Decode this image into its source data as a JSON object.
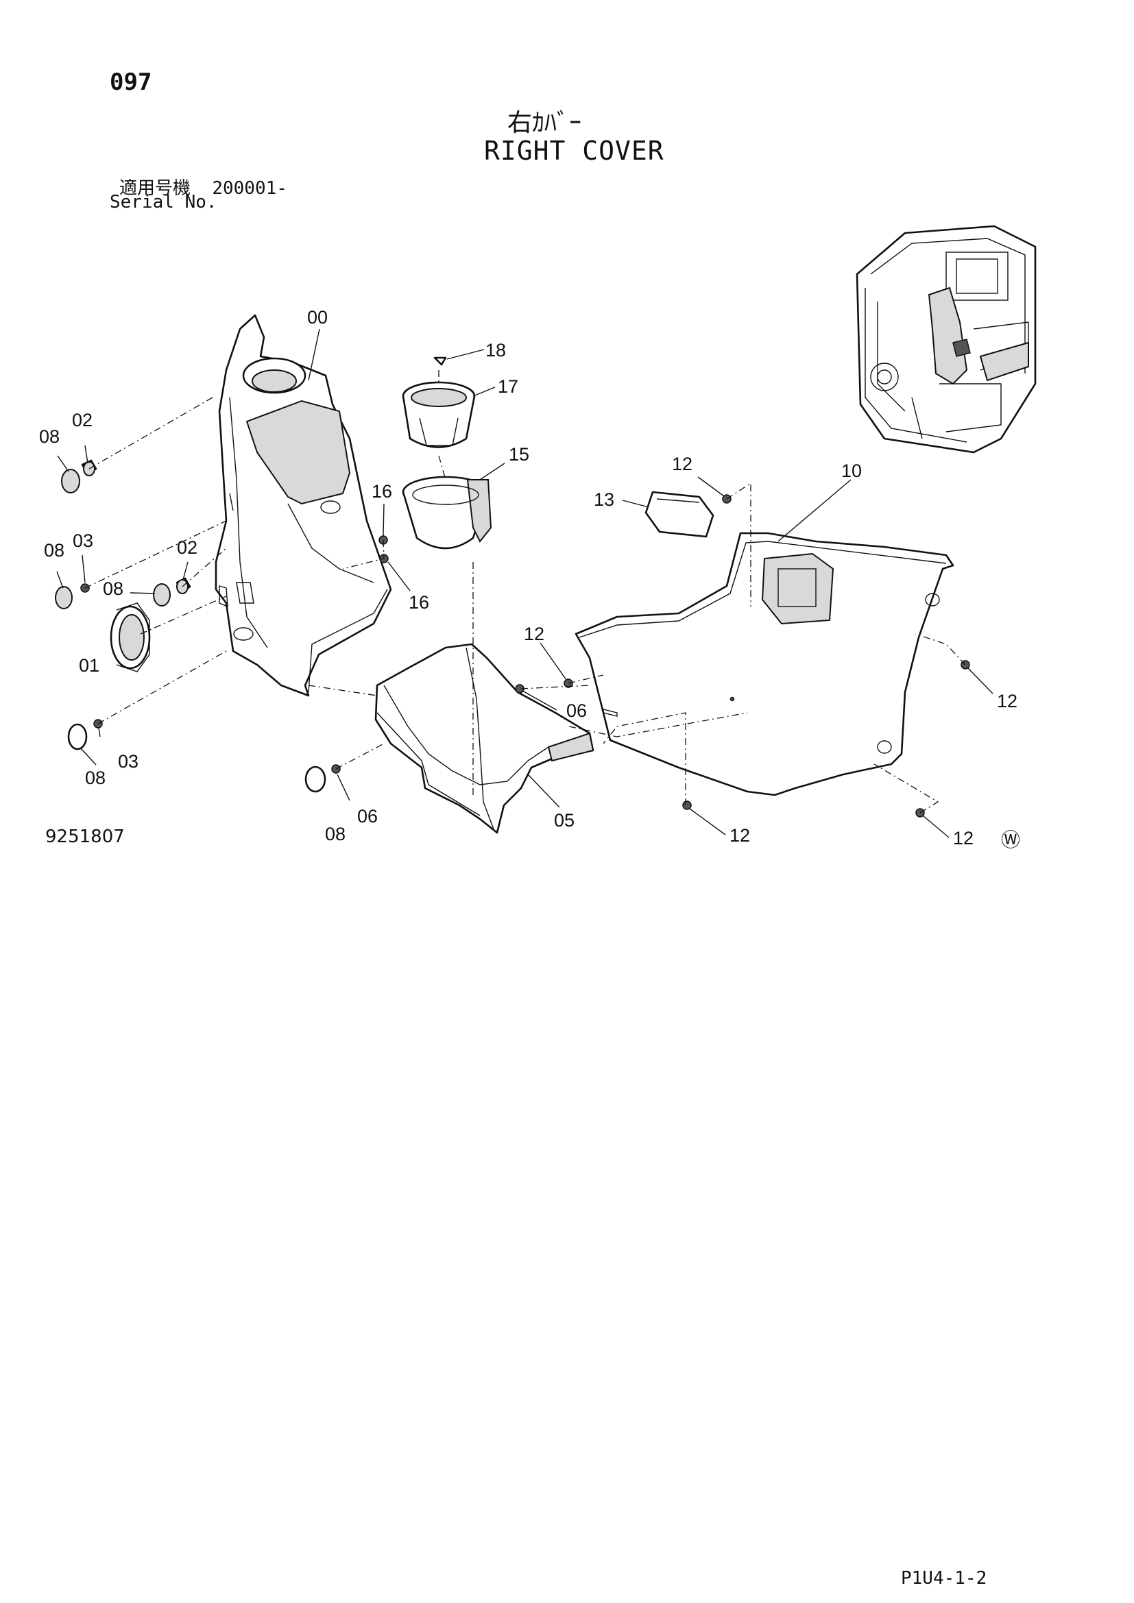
{
  "header": {
    "page_number": "097",
    "title_jp": "右ｶﾊﾞｰ",
    "title_en": "RIGHT COVER",
    "serial_label_jp": "適用号機",
    "serial_value": "200001-",
    "serial_label_en": "Serial No."
  },
  "footer": {
    "illustration_number": "9251807",
    "page_code": "P1U4-1-2",
    "watermark": "Ⓦ"
  },
  "callouts": {
    "c00": "00",
    "c01": "01",
    "c02a": "02",
    "c02b": "02",
    "c03a": "03",
    "c03b": "03",
    "c05": "05",
    "c06a": "06",
    "c06b": "06",
    "c08a": "08",
    "c08b": "08",
    "c08c": "08",
    "c08d": "08",
    "c08e": "08",
    "c10": "10",
    "c12a": "12",
    "c12b": "12",
    "c12c": "12",
    "c12d": "12",
    "c12e": "12",
    "c13": "13",
    "c15": "15",
    "c16a": "16",
    "c16b": "16",
    "c17": "17",
    "c18": "18"
  }
}
